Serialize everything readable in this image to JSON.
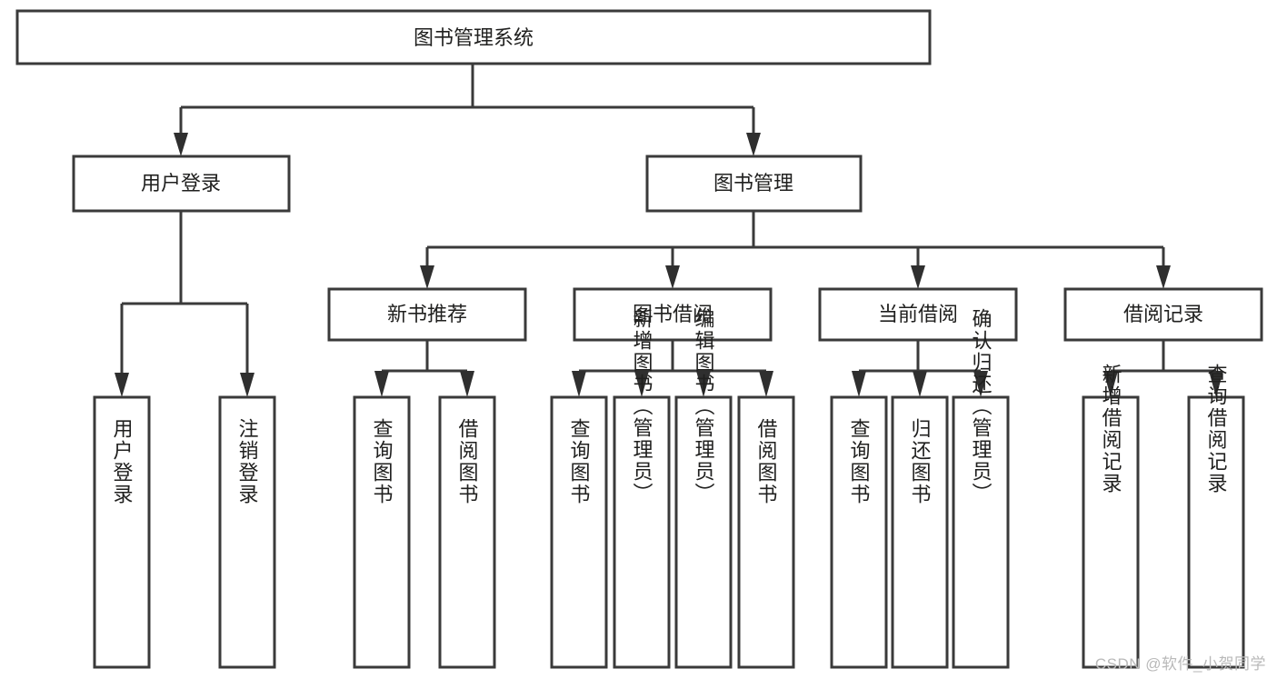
{
  "diagram": {
    "type": "tree",
    "title": "图书管理系统",
    "orientation": "top-down",
    "root": {
      "id": "root",
      "label": "图书管理系统"
    },
    "level2": [
      {
        "id": "user-login",
        "label": "用户登录"
      },
      {
        "id": "book-mgmt",
        "label": "图书管理"
      }
    ],
    "level3": [
      {
        "id": "new-book-rec",
        "label": "新书推荐",
        "parent": "book-mgmt"
      },
      {
        "id": "book-borrow",
        "label": "图书借阅",
        "parent": "book-mgmt"
      },
      {
        "id": "current-borrow",
        "label": "当前借阅",
        "parent": "book-mgmt"
      },
      {
        "id": "borrow-record",
        "label": "借阅记录",
        "parent": "book-mgmt"
      }
    ],
    "leaves": [
      {
        "id": "leaf-user-login",
        "label": "用户登录",
        "parent": "user-login"
      },
      {
        "id": "leaf-logout",
        "label": "注销登录",
        "parent": "user-login"
      },
      {
        "id": "leaf-query-book-1",
        "label": "查询图书",
        "parent": "new-book-rec"
      },
      {
        "id": "leaf-borrow-book-1",
        "label": "借阅图书",
        "parent": "new-book-rec"
      },
      {
        "id": "leaf-query-book-2",
        "label": "查询图书",
        "parent": "book-borrow"
      },
      {
        "id": "leaf-add-book",
        "label": "新增图书（管理员）",
        "parent": "book-borrow"
      },
      {
        "id": "leaf-edit-book",
        "label": "编辑图书（管理员）",
        "parent": "book-borrow"
      },
      {
        "id": "leaf-borrow-book-2",
        "label": "借阅图书",
        "parent": "book-borrow"
      },
      {
        "id": "leaf-query-book-3",
        "label": "查询图书",
        "parent": "current-borrow"
      },
      {
        "id": "leaf-return-book",
        "label": "归还图书",
        "parent": "current-borrow"
      },
      {
        "id": "leaf-confirm-return",
        "label": "确认归还（管理员）",
        "parent": "current-borrow"
      },
      {
        "id": "leaf-add-record",
        "label": "新增借阅记录",
        "parent": "borrow-record"
      },
      {
        "id": "leaf-query-record",
        "label": "查询借阅记录",
        "parent": "borrow-record"
      }
    ],
    "colors": {
      "background": "#ffffff",
      "box_fill": "#ffffff",
      "box_stroke": "#3a3a3a",
      "text": "#20201f",
      "watermark": "#b9b9b9"
    }
  },
  "watermark": {
    "text": "CSDN @软件_小贺同学"
  }
}
